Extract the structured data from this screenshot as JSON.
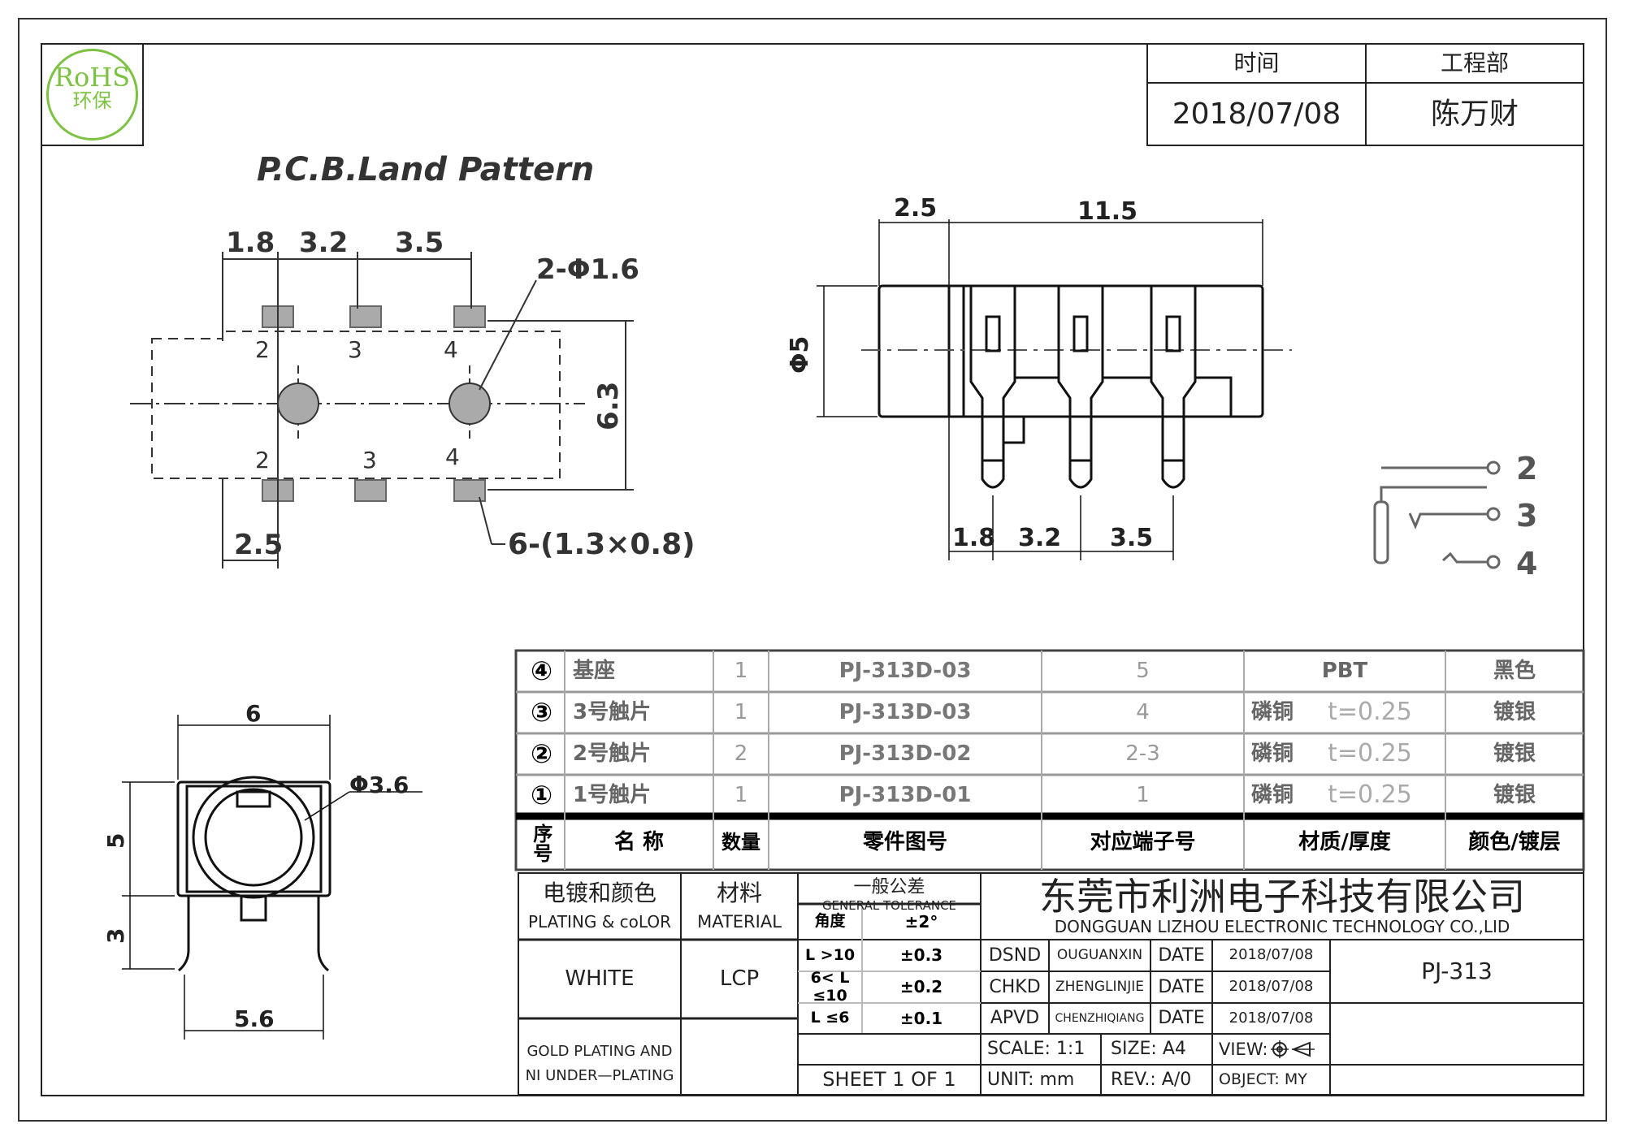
{
  "logo": {
    "line1": "RoHS",
    "line2": "环保",
    "color": "#7dc242"
  },
  "header_block": {
    "time_label": "时间",
    "dept_label": "工程部",
    "date": "2018/07/08",
    "person": "陈万财"
  },
  "pcb": {
    "title": "P.C.B.Land Pattern",
    "dim_top": [
      "1.8",
      "3.2",
      "3.5"
    ],
    "hole_label": "2-Φ1.6",
    "height_dim": "6.3",
    "bottom_dim": "2.5",
    "pad_label": "6-(1.3×0.8)",
    "pin_top": [
      "2",
      "3",
      "4"
    ],
    "pin_bottom": [
      "2",
      "3",
      "4"
    ]
  },
  "side_view": {
    "dim_left": "2.5",
    "dim_length": "11.5",
    "dia": "Φ5",
    "dim_bottom": [
      "1.8",
      "3.2",
      "3.5"
    ]
  },
  "schematic": {
    "pins": [
      "2",
      "3",
      "4"
    ]
  },
  "front_view": {
    "width": "6",
    "dia": "Φ3.6",
    "h1": "5",
    "h2": "3",
    "pitch": "5.6"
  },
  "bom": {
    "rows": [
      {
        "no": "④",
        "name": "基座",
        "qty": "1",
        "part": "PJ-313D-03",
        "terminal": "5",
        "material": "PBT",
        "thickness": "",
        "color": "黑色"
      },
      {
        "no": "③",
        "name": "3号触片",
        "qty": "1",
        "part": "PJ-313D-03",
        "terminal": "4",
        "material": "磷铜",
        "thickness": "t=0.25",
        "color": "镀银"
      },
      {
        "no": "②",
        "name": "2号触片",
        "qty": "2",
        "part": "PJ-313D-02",
        "terminal": "2-3",
        "material": "磷铜",
        "thickness": "t=0.25",
        "color": "镀银"
      },
      {
        "no": "①",
        "name": "1号触片",
        "qty": "1",
        "part": "PJ-313D-01",
        "terminal": "1",
        "material": "磷铜",
        "thickness": "t=0.25",
        "color": "镀银"
      }
    ],
    "headers": [
      "序号",
      "名 称",
      "数量",
      "零件图号",
      "对应端子号",
      "材质/厚度",
      "颜色/镀层"
    ]
  },
  "title_block": {
    "plating_cn": "电镀和颜色",
    "plating_en": "PLATING & coLOR",
    "material_cn": "材料",
    "material_en": "MATERIAL",
    "tol_cn": "一般公差",
    "tol_en": "GENERAL TOLERANCE",
    "tolerances": [
      {
        "range": "角度",
        "value": "±2°"
      },
      {
        "range": "L >10",
        "value": "±0.3"
      },
      {
        "range": "6< L ≤10",
        "value": "±0.2"
      },
      {
        "range": "L ≤6",
        "value": "±0.1"
      }
    ],
    "color_value": "WHITE",
    "material_value": "LCP",
    "plating_value_1": "GOLD PLATING AND",
    "plating_value_2": "NI UNDER—PLATING",
    "sheet": "SHEET 1 OF 1",
    "company_cn": "东莞市利洲电子科技有限公司",
    "company_en": "DONGGUAN LIZHOU ELECTRONIC TECHNOLOGY CO.,LID",
    "signoffs": [
      {
        "role": "DSND",
        "name": "OUGUANXIN",
        "date_label": "DATE",
        "date": "2018/07/08"
      },
      {
        "role": "CHKD",
        "name": "ZHENGLINJIE",
        "date_label": "DATE",
        "date": "2018/07/08"
      },
      {
        "role": "APVD",
        "name": "CHENZHIQIANG",
        "date_label": "DATE",
        "date": "2018/07/08"
      }
    ],
    "part_number": "PJ-313",
    "scale": "SCALE:  1:1",
    "size": "SIZE:  A4",
    "view": "VIEW:",
    "unit": "UNIT:  mm",
    "rev": "REV.:  A/0",
    "object": "OBJECT:  MY"
  }
}
